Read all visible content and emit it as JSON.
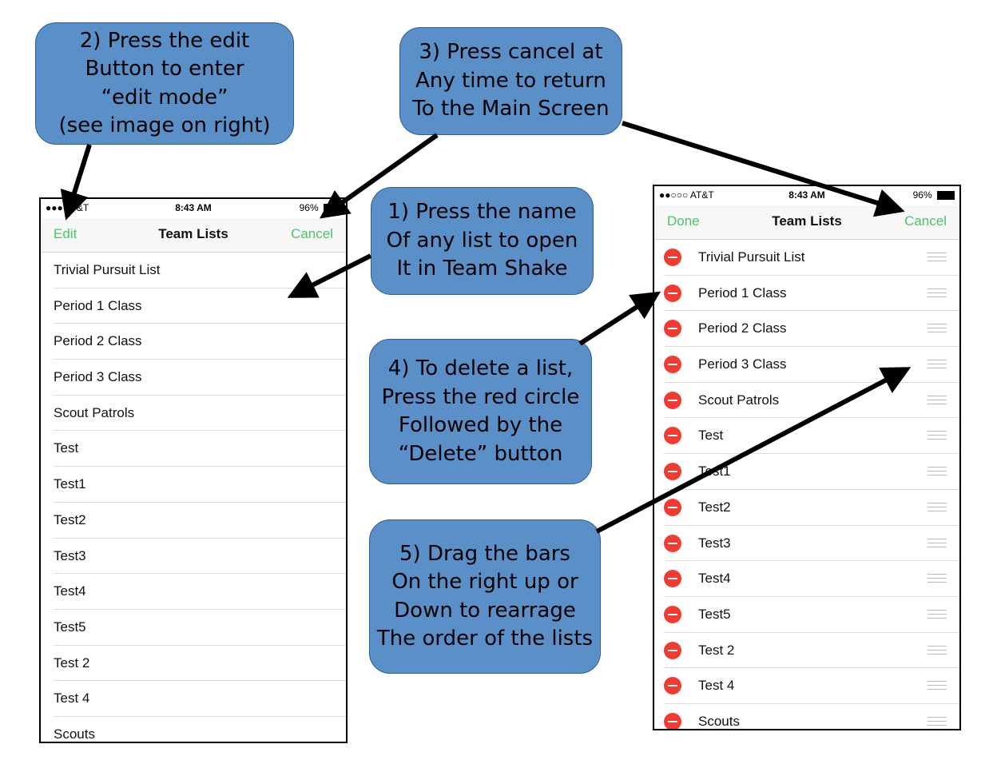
{
  "left_phone": {
    "status": {
      "carrier": "●●● AT&T",
      "time": "8:43 AM",
      "battery": "96%"
    },
    "nav": {
      "left": "Edit",
      "title": "Team Lists",
      "right": "Cancel"
    },
    "items": [
      "Trivial Pursuit List",
      "Period 1 Class",
      "Period 2 Class",
      "Period 3 Class",
      "Scout Patrols",
      "Test",
      "Test1",
      "Test2",
      "Test3",
      "Test4",
      "Test5",
      "Test 2",
      "Test 4",
      "Scouts"
    ]
  },
  "right_phone": {
    "status": {
      "carrier": "●●○○○ AT&T",
      "time": "8:43 AM",
      "battery": "96%"
    },
    "nav": {
      "left": "Done",
      "title": "Team Lists",
      "right": "Cancel"
    },
    "items": [
      "Trivial Pursuit List",
      "Period 1 Class",
      "Period 2 Class",
      "Period 3 Class",
      "Scout Patrols",
      "Test",
      "Test1",
      "Test2",
      "Test3",
      "Test4",
      "Test5",
      "Test 2",
      "Test 4",
      "Scouts"
    ]
  },
  "callouts": {
    "c1": [
      "1) Press the name",
      "Of any list to open",
      "It in Team Shake"
    ],
    "c2": [
      "2) Press the edit",
      "Button to enter",
      "“edit mode”",
      "(see image on right)"
    ],
    "c3": [
      "3) Press cancel at",
      "Any time to return",
      "To the Main Screen"
    ],
    "c4": [
      "4) To delete a list,",
      "Press the red circle",
      "Followed by the",
      "“Delete” button"
    ],
    "c5": [
      "5) Drag the bars",
      "On the right up or",
      "Down to rearrage",
      "The order of the lists"
    ]
  },
  "colors": {
    "accent": "#4cc26b",
    "callout_fill": "#5b8fc8",
    "delete_red": "#f23b30"
  }
}
